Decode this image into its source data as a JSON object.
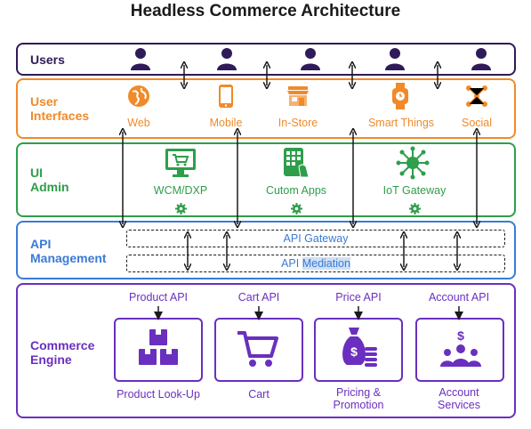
{
  "title": "Headless Commerce Architecture",
  "colors": {
    "users": "#2f1a5a",
    "ui": "#f08a2a",
    "admin": "#2e9e4a",
    "api": "#3a7bd5",
    "engine": "#6a2fbf"
  },
  "users": {
    "label": "Users",
    "icon": "person-icon"
  },
  "user_interfaces": {
    "label": "User Interfaces",
    "items": [
      {
        "label": "Web",
        "icon": "globe-icon"
      },
      {
        "label": "Mobile",
        "icon": "mobile-phone-icon"
      },
      {
        "label": "In-Store",
        "icon": "store-icon"
      },
      {
        "label": "Smart Things",
        "icon": "smartwatch-icon"
      },
      {
        "label": "Social",
        "icon": "social-network-icon"
      }
    ]
  },
  "ui_admin": {
    "label": "UI Admin",
    "items": [
      {
        "label": "WCM/DXP",
        "icon": "monitor-cart-icon"
      },
      {
        "label": "Cutom Apps",
        "icon": "phone-apps-icon"
      },
      {
        "label": "IoT Gateway",
        "icon": "iot-hub-icon"
      }
    ]
  },
  "api_management": {
    "label": "API Management",
    "gateway": "API Gateway",
    "mediation_prefix": "API",
    "mediation_highlight": "Mediation"
  },
  "commerce_engine": {
    "label": "Commerce Engine",
    "apis": [
      "Product API",
      "Cart API",
      "Price API",
      "Account API"
    ],
    "services": [
      {
        "label": "Product Look-Up",
        "icon": "boxes-icon"
      },
      {
        "label": "Cart",
        "icon": "cart-icon"
      },
      {
        "label": "Pricing & Promotion",
        "icon": "money-bag-icon"
      },
      {
        "label": "Account Services",
        "icon": "people-dollar-icon"
      }
    ]
  }
}
